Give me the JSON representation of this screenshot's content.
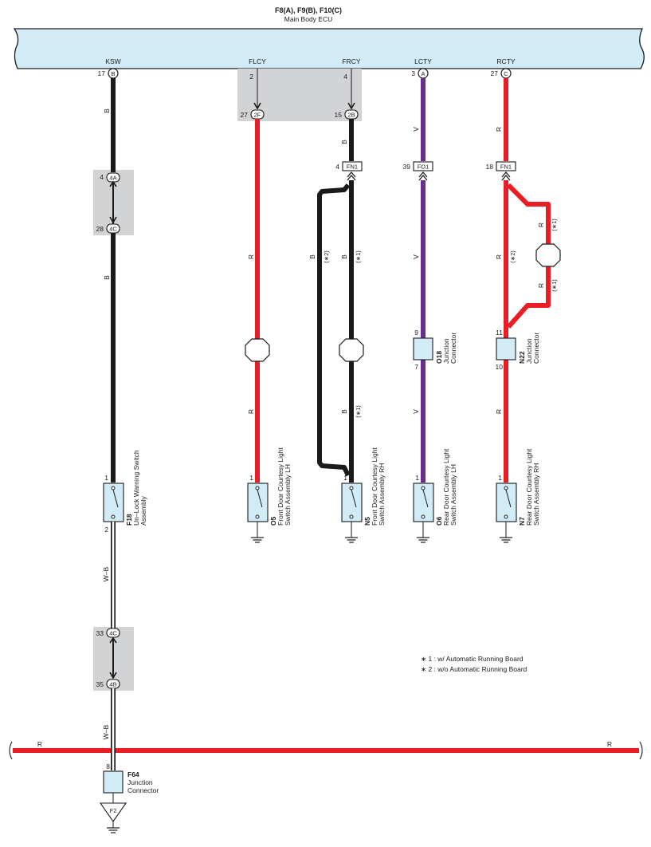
{
  "ecu": {
    "title": "F8(A), F9(B), F10(C)",
    "subtitle": "Main Body ECU"
  },
  "ecu_pins": [
    {
      "signal": "KSW",
      "pin": "17",
      "conn": "B"
    },
    {
      "signal": "FLCY",
      "pin": "2",
      "conn": ""
    },
    {
      "signal": "FRCY",
      "pin": "4",
      "conn": ""
    },
    {
      "signal": "LCTY",
      "pin": "3",
      "conn": "A"
    },
    {
      "signal": "RCTY",
      "pin": "27",
      "conn": "C"
    }
  ],
  "colors": {
    "B": "#1a1a1a",
    "R": "#ea1c24",
    "V": "#6a2c91",
    "W-B": "#ffffff",
    "ecu": "#d1ecf7",
    "gray_box": "#d2d3d5"
  },
  "wire_labels": {
    "B": "B",
    "R": "R",
    "V": "V",
    "WB": "W–B",
    "n1": "(∗1)",
    "n2": "(∗2)"
  },
  "inline": {
    "c27": "27",
    "c2F": "2F",
    "c15": "15",
    "c2B": "2B",
    "c4": "4",
    "c4A": "4A",
    "c28": "28",
    "c4C": "4C",
    "c33": "33",
    "c4C2": "4C",
    "c35": "35",
    "c4B": "4B"
  },
  "junctions": {
    "fn1a_pin": "4",
    "fn1a": "FN1",
    "fo1_pin": "39",
    "fo1": "FO1",
    "fn1b_pin": "18",
    "fn1b": "FN1"
  },
  "junction_connectors": [
    {
      "id": "O18",
      "name1": "Junction",
      "name2": "Connector",
      "pin_in": "9",
      "pin_out": "7"
    },
    {
      "id": "N22",
      "name1": "Junction",
      "name2": "Connector",
      "pin_in": "11",
      "pin_out": "10"
    },
    {
      "id": "F64",
      "name1": "Junction",
      "name2": "Connector",
      "pin_in": "8"
    }
  ],
  "switches": [
    {
      "id": "F18",
      "l1": "Un–Lock Warning Switch",
      "l2": "Assembly",
      "pin1": "1",
      "pin2": "2"
    },
    {
      "id": "O5",
      "l1": "Front Door Courtesy Light",
      "l2": "Switch Assembly LH",
      "pin1": "1"
    },
    {
      "id": "N5",
      "l1": "Front Door Courtesy Light",
      "l2": "Switch Assembly RH",
      "pin1": "1"
    },
    {
      "id": "O6",
      "l1": "Rear Door Courtesy Light",
      "l2": "Switch Assembly LH",
      "pin1": "1"
    },
    {
      "id": "N7",
      "l1": "Rear Door Courtesy Light",
      "l2": "Switch Assembly RH",
      "pin1": "1"
    }
  ],
  "ground": {
    "id": "F2"
  },
  "notes": [
    "∗ 1 : w/ Automatic Running Board",
    "∗ 2 : w/o Automatic Running Board"
  ]
}
